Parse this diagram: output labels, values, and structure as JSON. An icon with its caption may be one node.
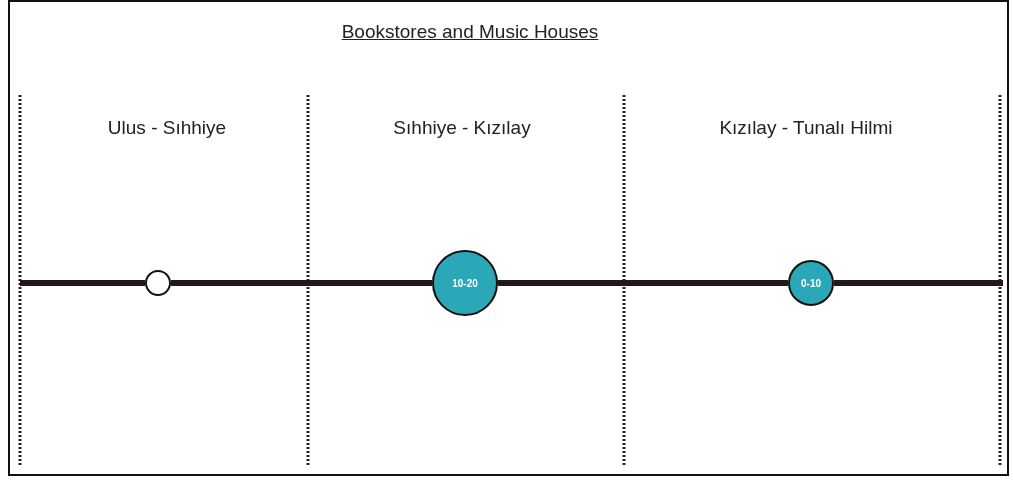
{
  "diagram": {
    "title": "Bookstores and Music Houses",
    "nodes": [
      {
        "text": [],
        "shape": "circle"
      },
      {
        "text": [
          "10-20"
        ]
      },
      {
        "text": [
          "0-10"
        ]
      }
    ],
    "edges": [
      {
        "from": null,
        "to": 0,
        "arrow": "none"
      },
      {
        "from": 0,
        "to": 1,
        "arrow": "none"
      },
      {
        "from": 1,
        "to": 2,
        "arrow": "none"
      },
      {
        "from": 2,
        "to": null,
        "arrow": "none"
      }
    ],
    "labels": [
      "Ulus - Sıhhiye",
      "Sıhhiye - Kızılay",
      "Kızılay - Tunalı Hilmi"
    ]
  }
}
